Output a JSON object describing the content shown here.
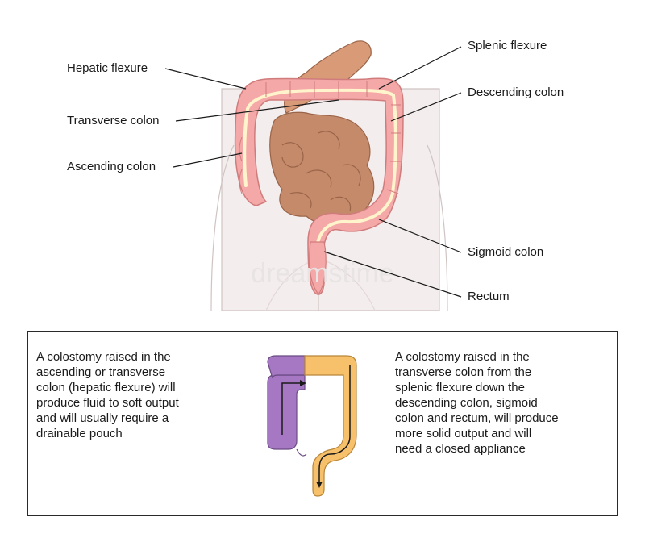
{
  "labels": {
    "hepatic_flexure": "Hepatic flexure",
    "transverse_colon": "Transverse colon",
    "ascending_colon": "Ascending colon",
    "splenic_flexure": "Splenic flexure",
    "descending_colon": "Descending colon",
    "sigmoid_colon": "Sigmoid colon",
    "rectum": "Rectum"
  },
  "panel": {
    "left_text": "A colostomy raised in the\nascending or transverse\ncolon (hepatic flexure) will\nproduce fluid to soft output\nand will usually require a\ndrainable pouch",
    "right_text": "A colostomy raised in the\ntransverse colon from the\nsplenic flexure down the\ndescending colon, sigmoid\ncolon and rectum, will produce\nmore solid output and will\nneed a closed appliance"
  },
  "colors": {
    "colon": "#f4a8a8",
    "colon_stroke": "#d07c7c",
    "lumen": "#fff4cc",
    "small_intestine": "#c58a6a",
    "small_intestine_stroke": "#9a6448",
    "body": "#f3ecec",
    "purple_section": "#a678c4",
    "orange_section": "#f7c06a"
  }
}
